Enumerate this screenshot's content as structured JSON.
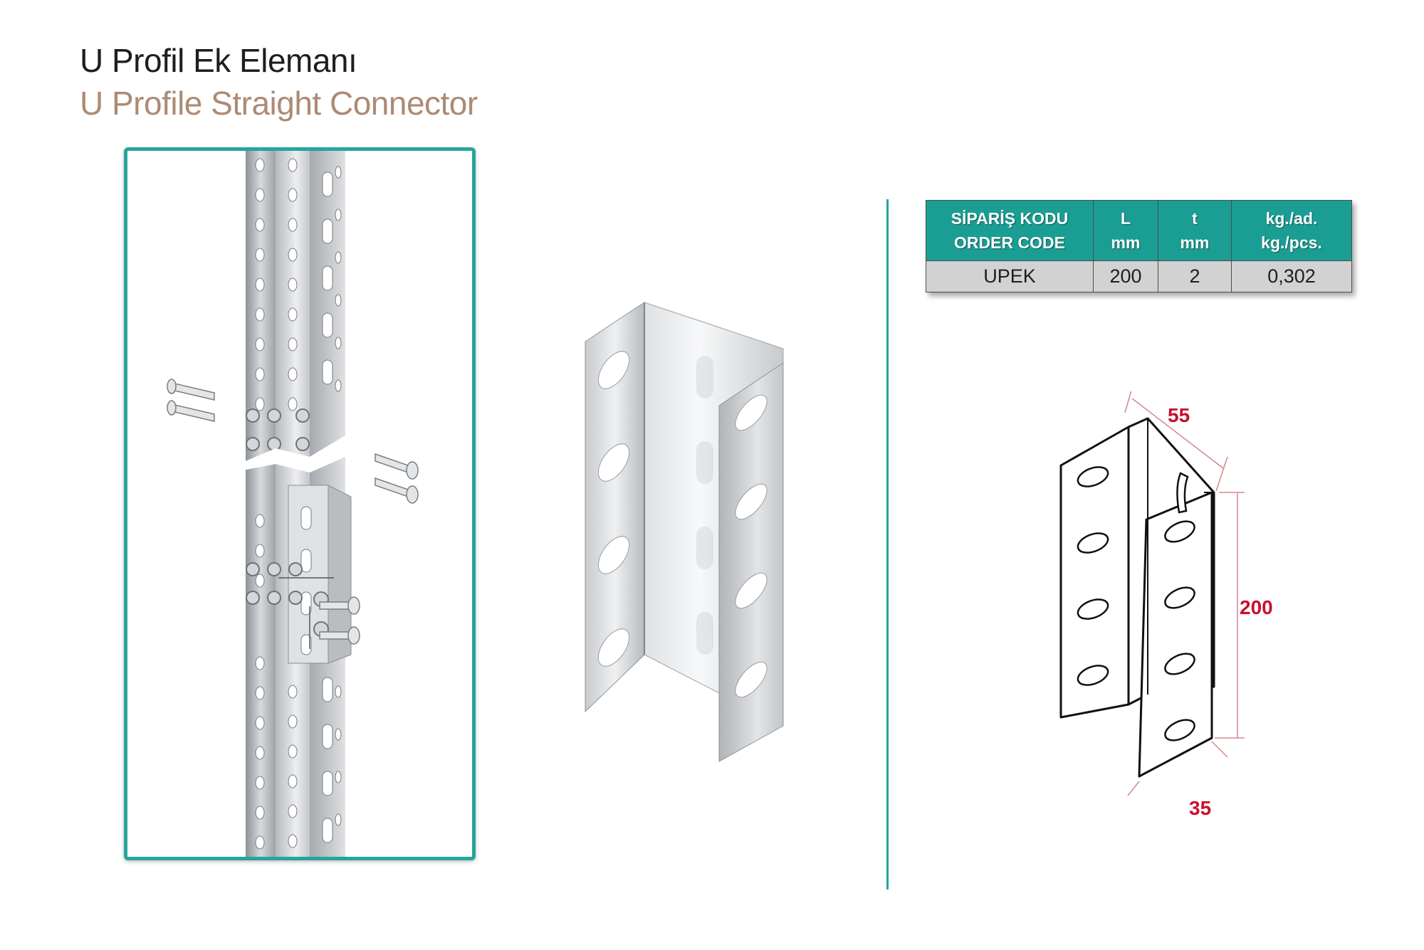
{
  "titles": {
    "turkish": "U Profil Ek Elemanı",
    "english": "U Profile Straight Connector"
  },
  "spec_table": {
    "headers": [
      {
        "line1": "SİPARİŞ KODU",
        "line2": "ORDER CODE"
      },
      {
        "line1": "L",
        "line2": "mm"
      },
      {
        "line1": "t",
        "line2": "mm"
      },
      {
        "line1": "kg./ad.",
        "line2": "kg./pcs."
      }
    ],
    "rows": [
      {
        "order_code": "UPEK",
        "l_mm": "200",
        "t_mm": "2",
        "weight": "0,302"
      }
    ]
  },
  "dimensions": {
    "top_width": "55",
    "height": "200",
    "bottom_width": "35"
  },
  "colors": {
    "accent_teal": "#27a59b",
    "title_tan": "#ad8a74",
    "dimension_red": "#c8102e",
    "table_header_bg": "#1a9e93",
    "table_row_bg": "#d2d2d2"
  },
  "icons": {
    "assembly_photo": "upright-assembly-illustration",
    "product_render": "u-connector-render",
    "technical_drawing": "u-connector-dimension-drawing"
  }
}
